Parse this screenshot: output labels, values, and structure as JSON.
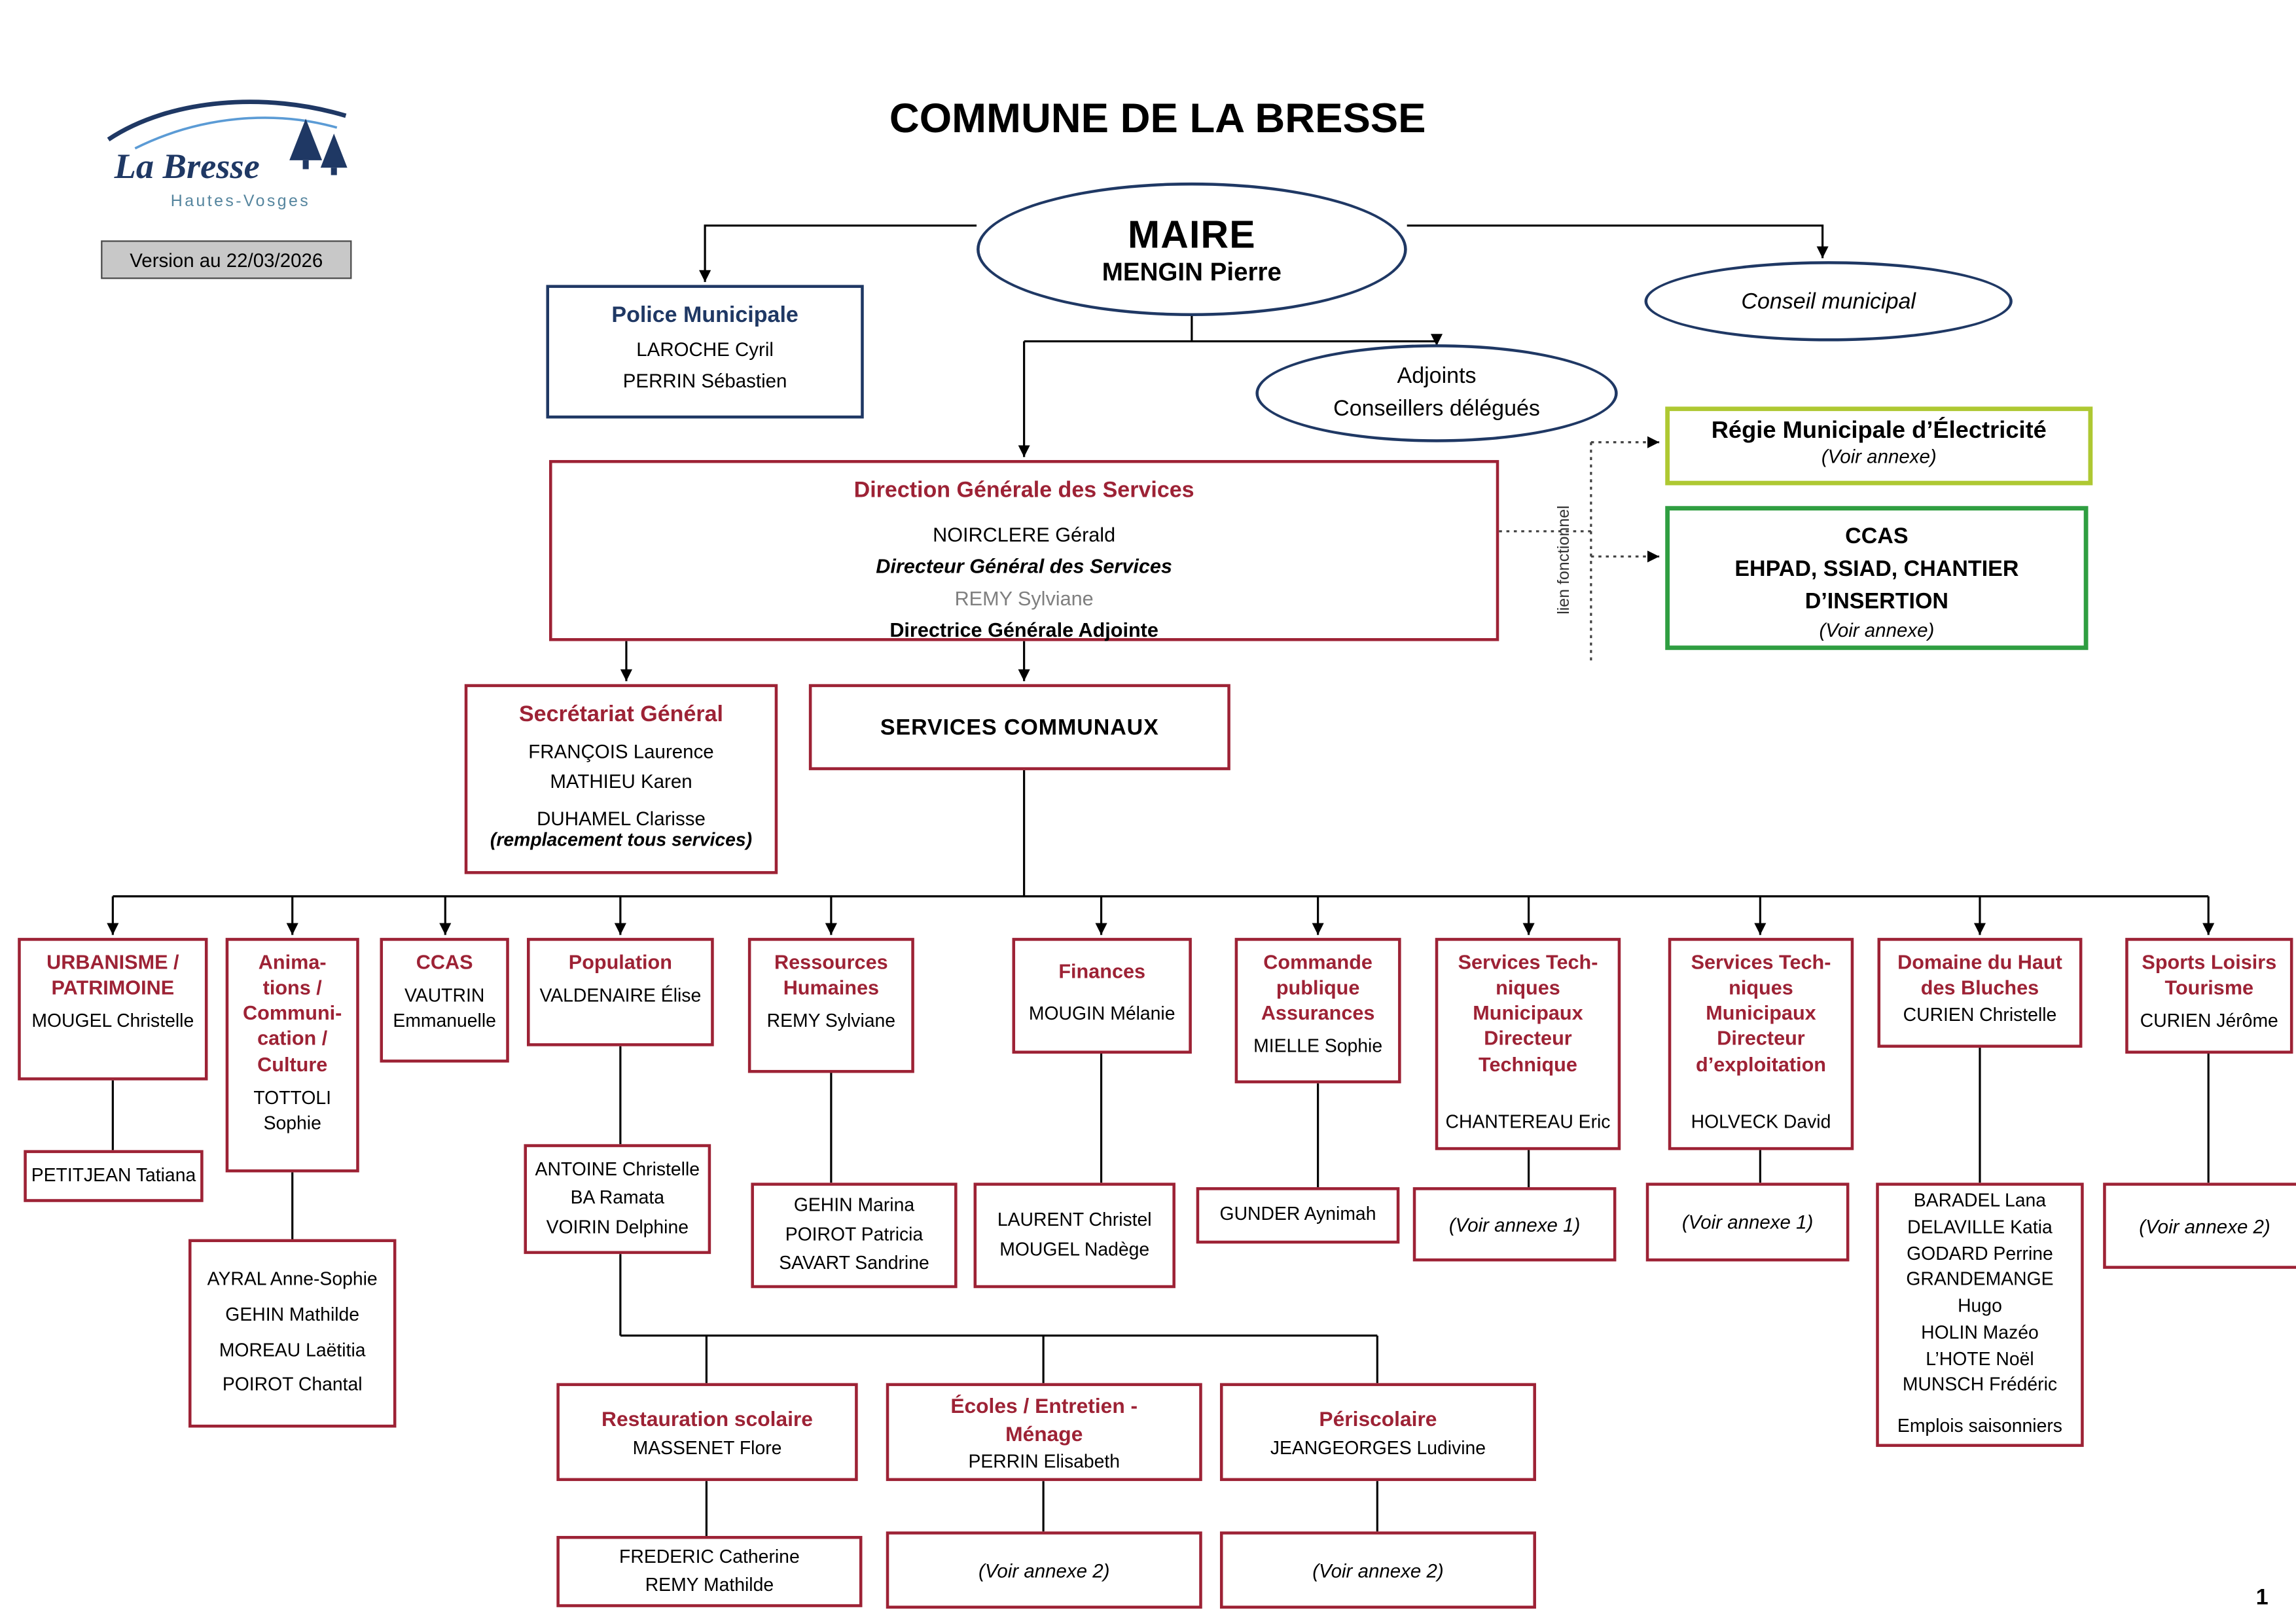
{
  "colors": {
    "dark_red": "#9d2235",
    "dark_blue": "#1f3864",
    "green": "#2f9e41",
    "yellow_green": "#aec832",
    "gray_text": "#7f7f7f"
  },
  "page": {
    "title": "COMMUNE DE LA BRESSE",
    "version": "Version au 22/03/2026",
    "page_number": "1"
  },
  "logo": {
    "name": "La Bresse",
    "subtitle": "Hautes-Vosges"
  },
  "maire": {
    "title": "MAIRE",
    "name": "MENGIN Pierre"
  },
  "conseil_municipal": {
    "label": "Conseil municipal"
  },
  "adjoints": {
    "lines": [
      "Adjoints",
      "Conseillers délégués"
    ]
  },
  "police": {
    "title": "Police Municipale",
    "members": [
      "LAROCHE Cyril",
      "PERRIN Sébastien"
    ]
  },
  "regie": {
    "title": "Régie Municipale d’Électricité",
    "note": "(Voir annexe)"
  },
  "ccas_externe": {
    "lines": [
      "CCAS",
      "EHPAD, SSIAD, CHANTIER",
      "D’INSERTION"
    ],
    "note": "(Voir annexe)"
  },
  "lien_fonctionnel": "lien fonctionnel",
  "dgs": {
    "title": "Direction Générale des Services",
    "name1": "NOIRCLERE Gérald",
    "role1": "Directeur Général des Services",
    "name2": "REMY Sylviane",
    "role2": "Directrice Générale Adjointe"
  },
  "secretariat": {
    "title": "Secrétariat Général",
    "members": [
      "FRANÇOIS Laurence",
      "MATHIEU Karen"
    ],
    "member_remplacement": "DUHAMEL Clarisse",
    "note": "(remplacement tous services)"
  },
  "services_communaux": {
    "title": "SERVICES COMMUNAUX"
  },
  "departments": [
    {
      "title": [
        "URBANISME /",
        "PATRIMOINE"
      ],
      "head": "MOUGEL Christelle"
    },
    {
      "title": [
        "Anima-",
        "tions /",
        "Communi-",
        "cation /",
        "Culture"
      ],
      "head": [
        "TOTTOLI",
        "Sophie"
      ]
    },
    {
      "title": [
        "CCAS"
      ],
      "head": [
        "VAUTRIN",
        "Emmanuelle"
      ]
    },
    {
      "title": [
        "Population"
      ],
      "head": "VALDENAIRE Élise"
    },
    {
      "title": [
        "Ressources",
        "Humaines"
      ],
      "head": "REMY Sylviane"
    },
    {
      "title": [
        "Finances"
      ],
      "head": "MOUGIN Mélanie"
    },
    {
      "title": [
        "Commande",
        "publique",
        "Assurances"
      ],
      "head": "MIELLE Sophie"
    },
    {
      "title": [
        "Services Tech-",
        "niques",
        "Municipaux",
        "Directeur",
        "Technique"
      ],
      "head": "CHANTEREAU Eric"
    },
    {
      "title": [
        "Services Tech-",
        "niques",
        "Municipaux",
        "Directeur",
        "d’exploitation"
      ],
      "head": "HOLVECK David"
    },
    {
      "title": [
        "Domaine du Haut",
        "des Bluches"
      ],
      "head": "CURIEN Christelle"
    },
    {
      "title": [
        "Sports Loisirs",
        "Tourisme"
      ],
      "head": "CURIEN Jérôme"
    }
  ],
  "staff": {
    "urbanisme": [
      "PETITJEAN Tatiana"
    ],
    "animations": [
      "AYRAL Anne-Sophie",
      "GEHIN Mathilde",
      "MOREAU Laëtitia",
      "POIROT Chantal"
    ],
    "population": [
      "ANTOINE Christelle",
      "BA Ramata",
      "VOIRIN Delphine"
    ],
    "ressources_humaines": [
      "GEHIN Marina",
      "POIROT Patricia",
      "SAVART Sandrine"
    ],
    "finances": [
      "LAURENT Christel",
      "MOUGEL Nadège"
    ],
    "commande_publique": [
      "GUNDER Aynimah"
    ],
    "services_techniques_1": "(Voir annexe 1)",
    "services_techniques_2": "(Voir annexe 1)",
    "domaine": [
      "BARADEL Lana",
      "DELAVILLE Katia",
      "GODARD Perrine",
      "GRANDEMANGE",
      "Hugo",
      "HOLIN Mazéo",
      "L’HOTE Noël",
      "MUNSCH Frédéric"
    ],
    "domaine_extra": "Emplois saisonniers",
    "sports": "(Voir annexe 2)"
  },
  "tier2": [
    {
      "title": [
        "Restauration scolaire"
      ],
      "head": "MASSENET Flore"
    },
    {
      "title": [
        "Écoles / Entretien -",
        "Ménage"
      ],
      "head": "PERRIN Elisabeth"
    },
    {
      "title": [
        "Périscolaire"
      ],
      "head": "JEANGEORGES Ludivine"
    }
  ],
  "tier3": {
    "restauration": [
      "FREDERIC Catherine",
      "REMY Mathilde"
    ],
    "ecoles": "(Voir annexe 2)",
    "periscolaire": "(Voir annexe 2)"
  }
}
